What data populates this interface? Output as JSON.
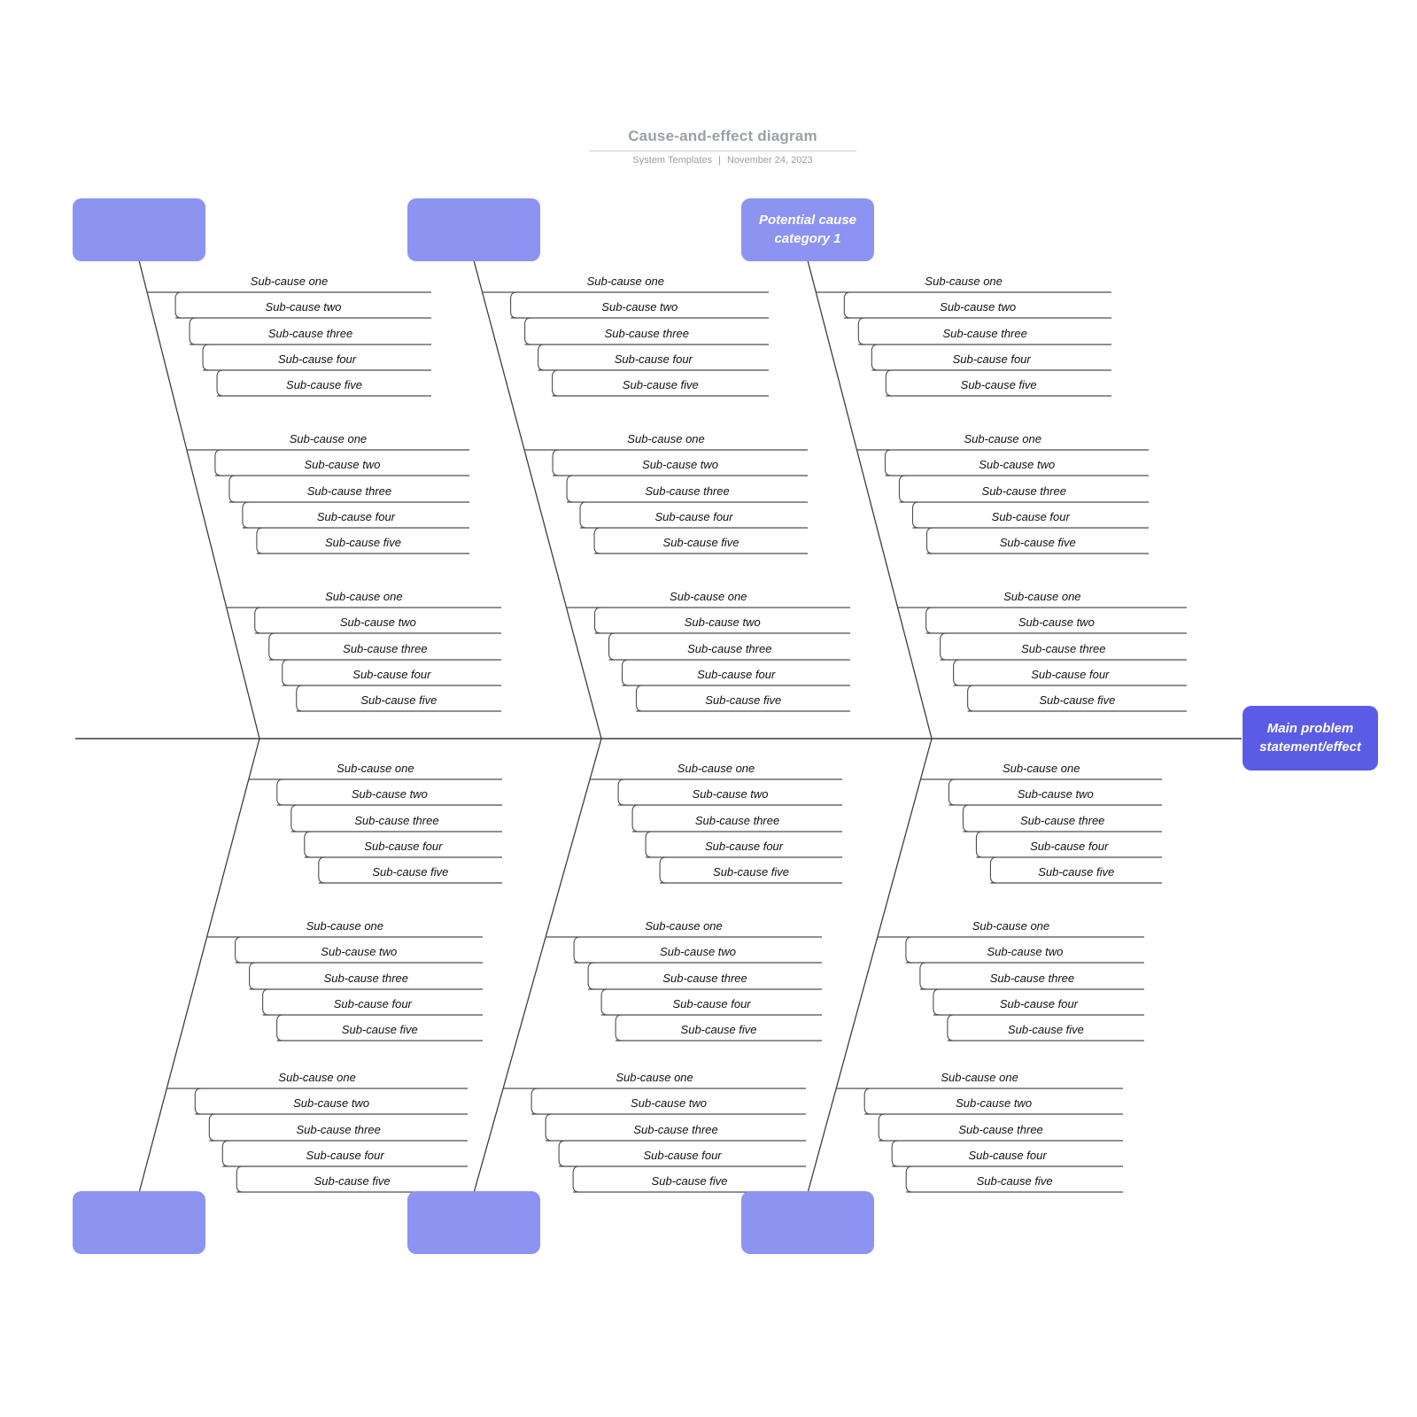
{
  "header": {
    "title": "Cause-and-effect diagram",
    "company": "System Templates",
    "separator": "|",
    "date": "November 24, 2023"
  },
  "main_box": {
    "label": "Main problem statement/effect"
  },
  "categories": {
    "top": [
      {
        "label": ""
      },
      {
        "label": ""
      },
      {
        "label": "Potential cause category 1"
      }
    ],
    "bottom": [
      {
        "label": ""
      },
      {
        "label": ""
      },
      {
        "label": ""
      }
    ]
  },
  "sub_causes": [
    "Sub-cause one",
    "Sub-cause two",
    "Sub-cause three",
    "Sub-cause four",
    "Sub-cause five"
  ],
  "colors": {
    "category_fill": "#8d93f0",
    "main_fill": "#5b5ce6",
    "branch_line": "#4d4d4d",
    "spine_line": "#3d3d3d",
    "text": "#111111",
    "title_gray": "#9aa0a6"
  }
}
